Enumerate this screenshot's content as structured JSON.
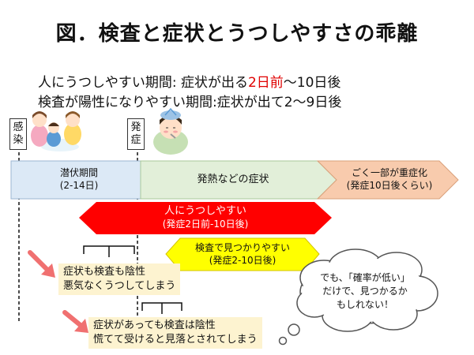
{
  "title": "図．検査と症状とうつしやすさの乖離",
  "summary": {
    "line1_prefix": "人にうつしやすい期間:  症状が出る",
    "line1_highlight": "2日前",
    "line1_suffix": "〜10日後",
    "line2": "検査が陽性になりやすい期間:症状が出て2〜9日後"
  },
  "markers": {
    "infection": "感染",
    "onset": "発症"
  },
  "timeline": {
    "incubation_title": "潜伏期間",
    "incubation_range": "(2-14日)",
    "fever": "発熱などの症状",
    "severe_title": "ごく一部が重症化",
    "severe_note": "(発症10日後くらい)"
  },
  "contagious": {
    "title": "人にうつしやすい",
    "note": "(発症2日前-10日後)"
  },
  "detectable": {
    "title": "検査で見つかりやすい",
    "note": "(発症2-10日後)"
  },
  "note1": {
    "line1": "症状も検査も陰性",
    "line2": "悪気なくうつしてしまう"
  },
  "note2": {
    "line1": "症状があっても検査は陰性",
    "line2": "慌てて受けると見落とされてしまう"
  },
  "cloud": {
    "line1": "でも、「確率が低い」",
    "line2": "だけで、見つかるか",
    "line3": "もしれない！"
  },
  "colors": {
    "incubation": "#dce9f6",
    "fever": "#e2efd9",
    "severe": "#f8cbad",
    "contagious": "#ff0000",
    "detectable": "#ffff00",
    "note_bg": "#fdf3d0",
    "arrow": "#f07070"
  },
  "icons": [
    "people-chatting-illustration",
    "sick-person-illustration",
    "red-arrow-icon",
    "thought-cloud-icon"
  ]
}
